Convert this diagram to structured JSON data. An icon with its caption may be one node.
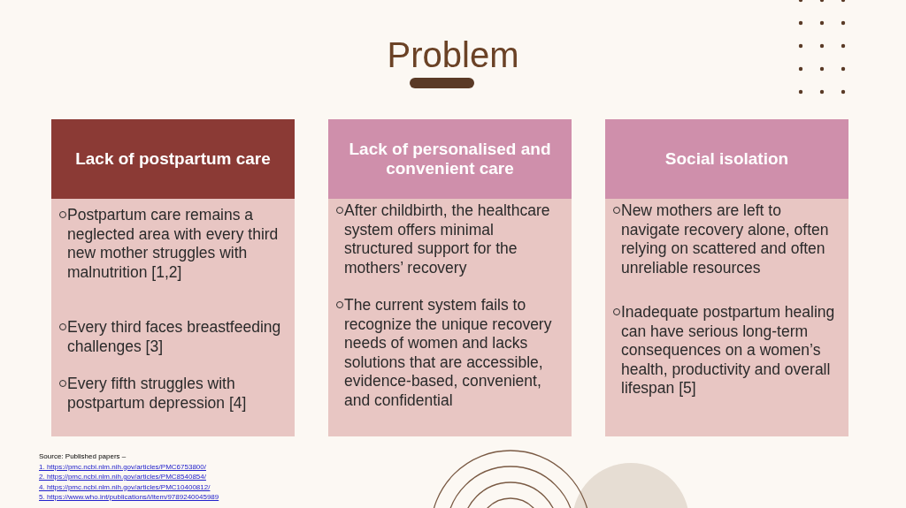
{
  "diagram": {
    "title": "Problem",
    "nodes": [
      {
        "text": [
          "Lack of postpartum care",
          "Postpartum care remains a neglected area with every third new mother struggles with malnutrition [1,2]",
          "Every third faces breastfeeding challenges [3]",
          "Every fifth struggles with postpartum depression [4]"
        ]
      },
      {
        "text": [
          "Lack of personalised and convenient care",
          "After childbirth, the healthcare system offers minimal structured support for the mothers’ recovery",
          "The current system fails to recognize the unique recovery needs of women and lacks solutions that are accessible, evidence-based, convenient, and confidential"
        ]
      },
      {
        "text": [
          "Social isolation",
          "New mothers are left to navigate recovery alone, often relying on scattered and often unreliable resources",
          "Inadequate postpartum healing can have serious long-term consequences on a women’s health, productivity and overall lifespan [5]"
        ]
      }
    ],
    "labels": [
      "Source: Published papers –",
      "1. https://pmc.ncbi.nlm.nih.gov/articles/PMC6753800/",
      "2. https://pmc.ncbi.nlm.nih.gov/articles/PMC8540854/",
      "4. https://pmc.ncbi.nlm.nih.gov/articles/PMC10400812/",
      "5. https://www.who.int/publications/i/item/9789240045989"
    ]
  }
}
